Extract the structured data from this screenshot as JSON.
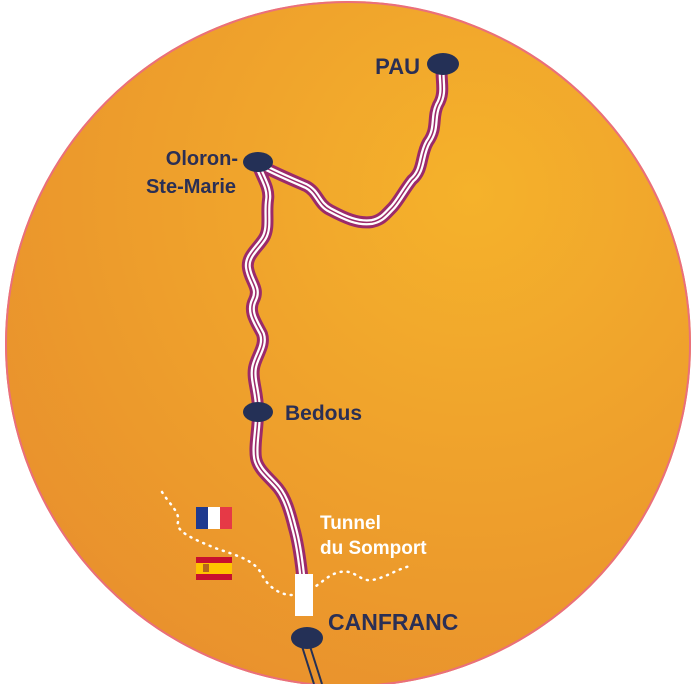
{
  "map": {
    "colors": {
      "background_light": "#f5b22b",
      "background_dark": "#e88f2d",
      "route": "#9b2a6a",
      "route_fill": "#ffffff",
      "station": "#243056",
      "label_text": "#2a2f55",
      "tunnel_text": "#ffffff",
      "border_line": "#ffffff",
      "outline": "#ea6f7c"
    },
    "stations": {
      "pau": {
        "name": "PAU"
      },
      "oloron_line1": "Oloron-",
      "oloron_line2": "Ste-Marie",
      "bedous": {
        "name": "Bedous"
      },
      "canfranc": {
        "name": "CANFRANC"
      }
    },
    "tunnel": {
      "line1": "Tunnel",
      "line2": "du Somport"
    },
    "flags": {
      "france": "france-flag-icon",
      "spain": "spain-flag-icon"
    }
  }
}
